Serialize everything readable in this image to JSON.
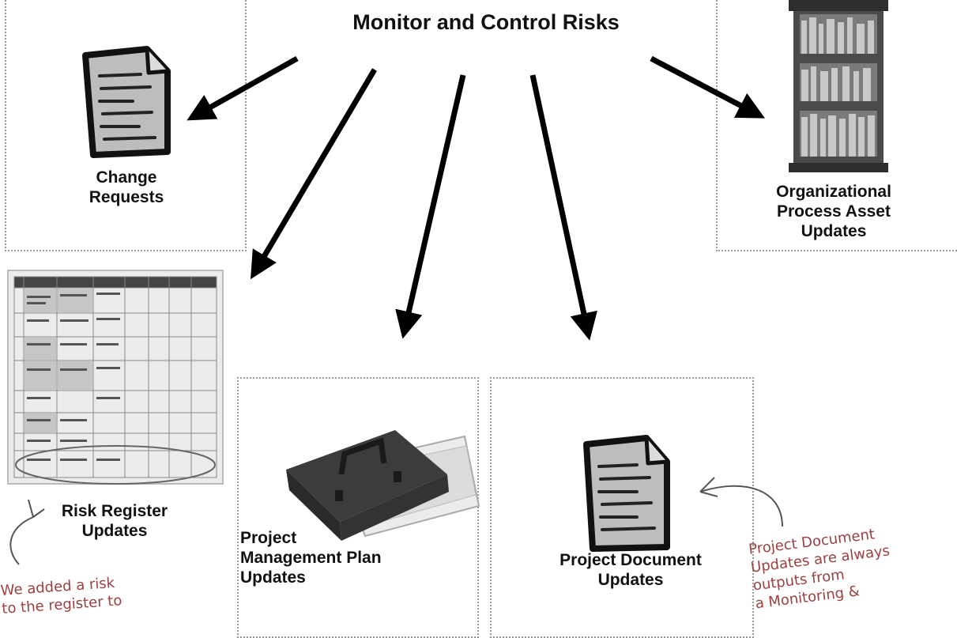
{
  "title": "Monitor and Control Risks",
  "outputs": {
    "change_requests": "Change\nRequests",
    "opa_updates": "Organizational\nProcess Asset\nUpdates",
    "risk_register": "Risk Register\nUpdates",
    "pm_plan": "Project\nManagement Plan\nUpdates",
    "project_docs": "Project Document\nUpdates"
  },
  "annotations": {
    "risk_note": "We added a risk\nto the register to",
    "docs_note": "Project Document\nUpdates are always\noutputs from\na Monitoring &"
  },
  "colors": {
    "arrow": "#000000",
    "border": "#9a9a9a",
    "handwriting": "#9c4040",
    "highlight_row": "#e8e8e8"
  }
}
